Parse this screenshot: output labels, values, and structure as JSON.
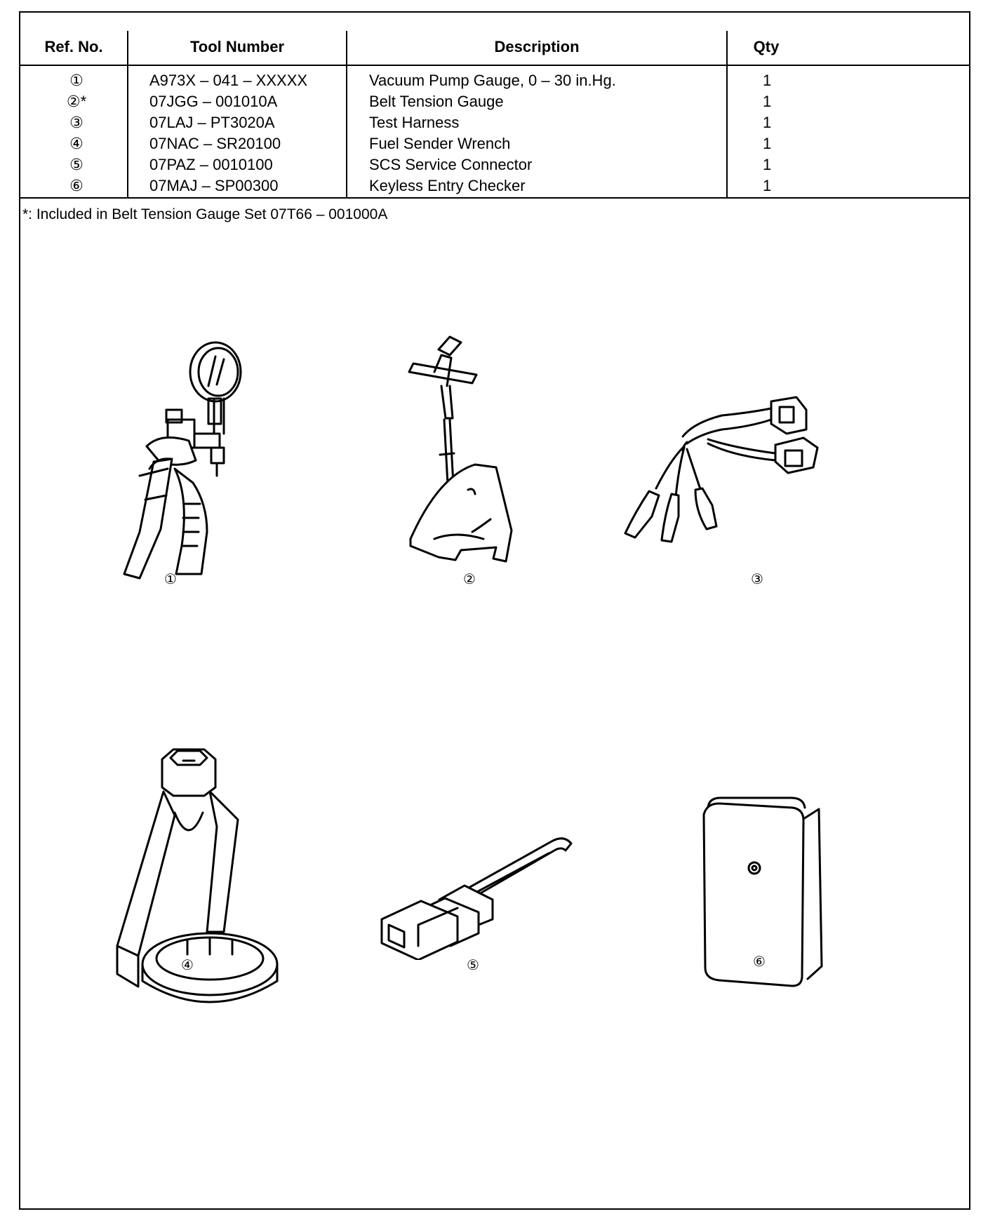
{
  "table": {
    "headers": {
      "ref": "Ref. No.",
      "tool": "Tool Number",
      "desc": "Description",
      "qty": "Qty"
    },
    "rows": [
      {
        "ref": "①",
        "tool": "A973X – 041 – XXXXX",
        "desc": "Vacuum Pump Gauge, 0 – 30 in.Hg.",
        "qty": "1"
      },
      {
        "ref": "②*",
        "tool": "07JGG – 001010A",
        "desc": "Belt Tension Gauge",
        "qty": "1"
      },
      {
        "ref": "③",
        "tool": "07LAJ – PT3020A",
        "desc": "Test Harness",
        "qty": "1"
      },
      {
        "ref": "④",
        "tool": "07NAC – SR20100",
        "desc": "Fuel Sender Wrench",
        "qty": "1"
      },
      {
        "ref": "⑤",
        "tool": "07PAZ – 0010100",
        "desc": "SCS Service Connector",
        "qty": "1"
      },
      {
        "ref": "⑥",
        "tool": "07MAJ – SP00300",
        "desc": "Keyless Entry Checker",
        "qty": "1"
      }
    ]
  },
  "footnote": "*: Included in Belt Tension Gauge Set 07T66 – 001000A",
  "figures": [
    {
      "label": "①",
      "icon": "vacuum-pump-gauge-icon"
    },
    {
      "label": "②",
      "icon": "belt-tension-gauge-icon"
    },
    {
      "label": "③",
      "icon": "test-harness-icon"
    },
    {
      "label": "④",
      "icon": "fuel-sender-wrench-icon"
    },
    {
      "label": "⑤",
      "icon": "scs-service-connector-icon"
    },
    {
      "label": "⑥",
      "icon": "keyless-entry-checker-icon"
    }
  ]
}
